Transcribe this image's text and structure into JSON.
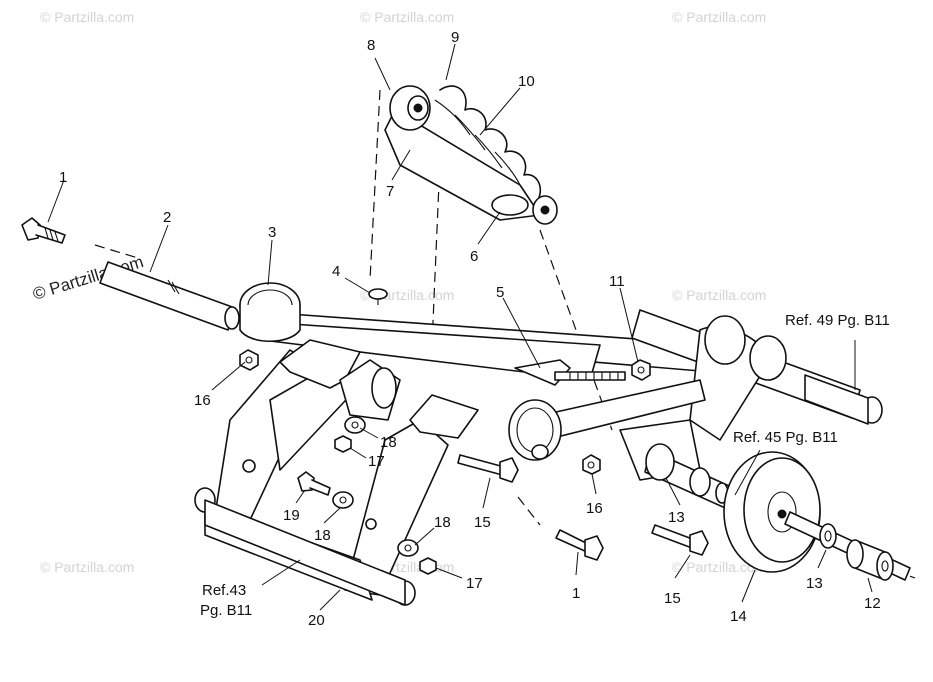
{
  "watermark": "© Partzilla.com",
  "labels": {
    "n1a": "1",
    "n1b": "1",
    "n2": "2",
    "n3": "3",
    "n4": "4",
    "n5": "5",
    "n6": "6",
    "n7": "7",
    "n8": "8",
    "n9": "9",
    "n10": "10",
    "n11": "11",
    "n12": "12",
    "n13a": "13",
    "n13b": "13",
    "n14": "14",
    "n15a": "15",
    "n15b": "15",
    "n16a": "16",
    "n16b": "16",
    "n17a": "17",
    "n17b": "17",
    "n18a": "18",
    "n18b": "18",
    "n18c": "18",
    "n19": "19",
    "n20": "20"
  },
  "refs": {
    "ref49": "Ref. 49 Pg. B11",
    "ref45": "Ref. 45 Pg. B11",
    "ref43_line1": "Ref.43",
    "ref43_line2": "Pg. B11"
  }
}
